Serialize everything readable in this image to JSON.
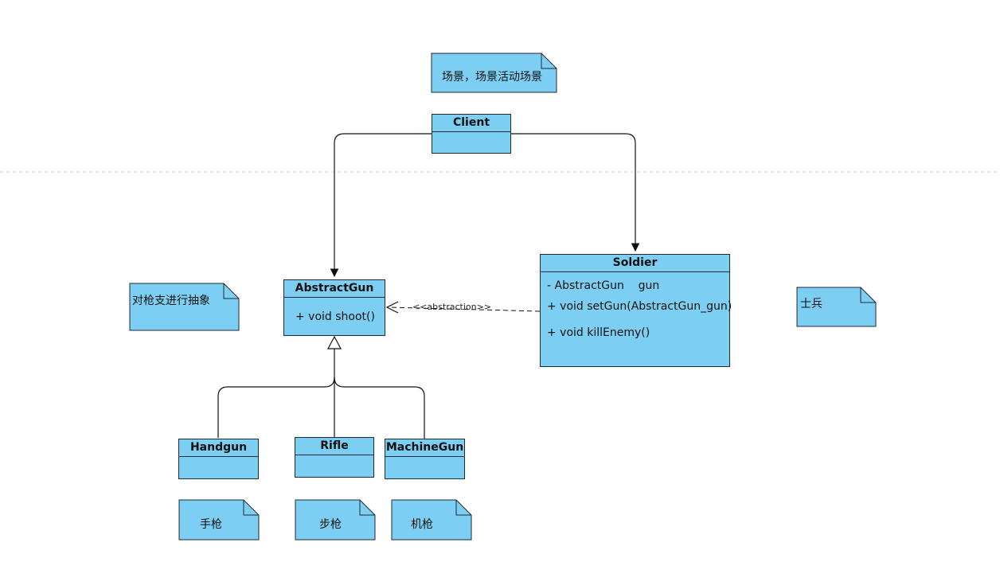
{
  "notes": {
    "scene": "场景，场景活动场景",
    "abstract_gun": "对枪支进行抽象",
    "soldier": "士兵",
    "handgun": "手枪",
    "rifle": "步枪",
    "machinegun": "机枪"
  },
  "classes": {
    "client": {
      "name": "Client"
    },
    "abstract_gun": {
      "name": "AbstractGun",
      "methods": [
        "+ void shoot()"
      ]
    },
    "soldier": {
      "name": "Soldier",
      "attributes": [
        "- AbstractGun    gun"
      ],
      "methods": [
        "+ void setGun(AbstractGun_gun)",
        "+ void killEnemy()"
      ]
    },
    "handgun": {
      "name": "Handgun"
    },
    "rifle": {
      "name": "Rifle"
    },
    "machinegun": {
      "name": "MachineGun"
    }
  },
  "edges": {
    "dependency_label": "<<abstraction>>"
  },
  "colors": {
    "fill": "#7ccff2",
    "stroke": "#1f2a33",
    "divider": "#cccccc"
  }
}
